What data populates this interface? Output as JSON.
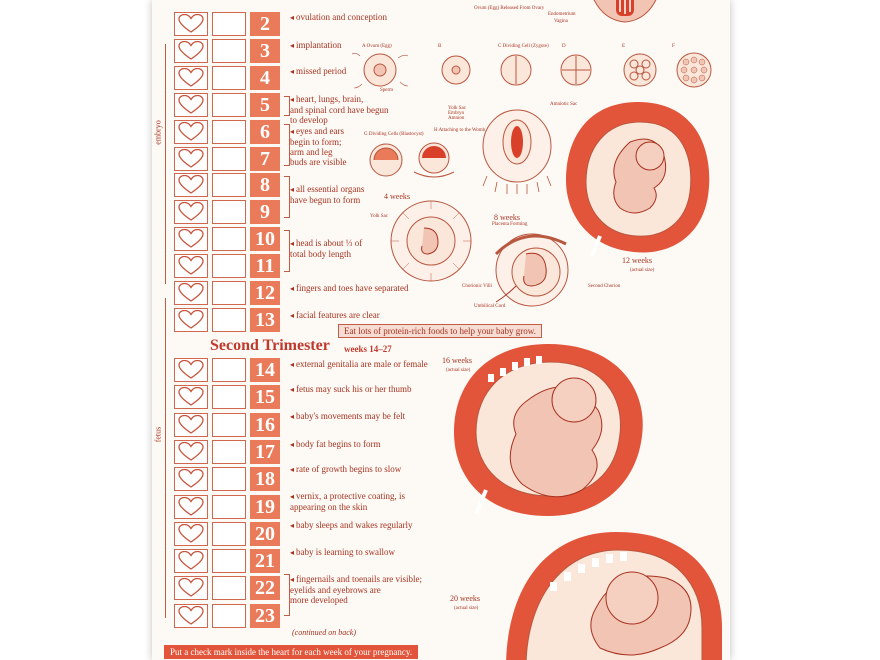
{
  "trimester2": {
    "title": "Second Trimester",
    "weeks": "weeks 14–27"
  },
  "labels": {
    "embryo": "embryo",
    "fetus": "fetus"
  },
  "weeks": [
    {
      "num": "2"
    },
    {
      "num": "3"
    },
    {
      "num": "4"
    },
    {
      "num": "5"
    },
    {
      "num": "6"
    },
    {
      "num": "7"
    },
    {
      "num": "8"
    },
    {
      "num": "9"
    },
    {
      "num": "10"
    },
    {
      "num": "11"
    },
    {
      "num": "12"
    },
    {
      "num": "13"
    },
    {
      "num": "14"
    },
    {
      "num": "15"
    },
    {
      "num": "16"
    },
    {
      "num": "17"
    },
    {
      "num": "18"
    },
    {
      "num": "19"
    },
    {
      "num": "20"
    },
    {
      "num": "21"
    },
    {
      "num": "22"
    },
    {
      "num": "23"
    }
  ],
  "notes": [
    "ovulation and conception",
    "implantation",
    "missed period",
    "heart, lungs, brain,\nand spinal cord have begun\nto develop",
    "eyes and ears\nbegin to form;\narm and leg\nbuds are visible",
    "all essential organs\nhave begun to form",
    "head is about ⅓ of\ntotal body length",
    "fingers and toes have separated",
    "facial features are clear",
    "external genitalia are male or female",
    "fetus may suck his or her thumb",
    "baby's movements may be felt",
    "body fat begins to form",
    "rate of growth begins to slow",
    "vernix, a protective coating, is\nappearing on the skin",
    "baby sleeps and wakes regularly",
    "baby is learning to swallow",
    "fingernails and toenails are visible;\neyelids and eyebrows are\nmore developed"
  ],
  "tips": {
    "protein": "Eat lots of protein-rich foods to help your baby grow.",
    "checkmark": "Put a check mark inside the heart for each week of your pregnancy."
  },
  "continued": "(continued on back)",
  "figures": {
    "w4": "4 weeks",
    "w8": "8 weeks",
    "w12": "12 weeks",
    "w16": "16 weeks",
    "w20": "20 weeks",
    "actual": "(actual size)",
    "ovum": "Ovum (Egg) Released From Ovary",
    "endometrium": "Endometrium",
    "vagina": "Vagina",
    "a_ovum": "A  Ovum (Egg)",
    "b": "B",
    "c": "C  Dividing Cell (Zygote)",
    "d": "D",
    "e": "E",
    "f": "F",
    "sperm": "Sperm",
    "g": "G  Dividing Cells (Blastocyst)",
    "h": "H  Attaching to the Womb",
    "yolk": "Yolk Sac\nEmbryo\nAmnion",
    "amniotic": "Amniotic Sac",
    "yolk2": "Yolk Sac",
    "placenta": "Placenta Forming",
    "chorion": "Chorionic Villi",
    "umbilical": "Umbilical Cord",
    "second_chorion": "Second Chorion"
  },
  "colors": {
    "accent": "#e2553a",
    "box": "#e97a5a",
    "text": "#a8321f"
  }
}
